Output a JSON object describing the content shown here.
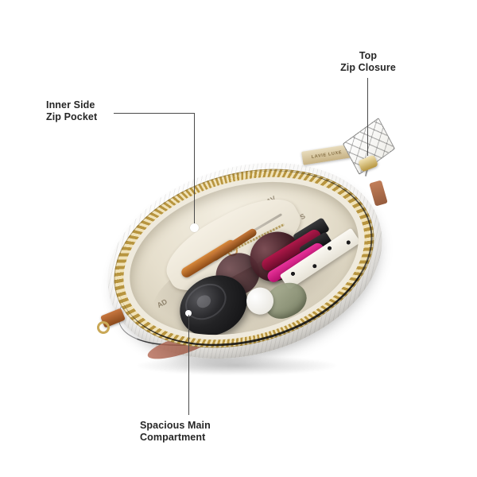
{
  "page": {
    "background_color": "#ffffff",
    "subject": "open white leather clutch bag with cosmetics inside"
  },
  "callouts": [
    {
      "id": "top-zip-closure",
      "label_line1": "Top",
      "label_line2": "Zip Closure",
      "text_color": "#262626",
      "leader_color": "#4a4a4a",
      "leader_style": "vertical"
    },
    {
      "id": "inner-side-zip-pocket",
      "label_line1": "Inner Side",
      "label_line2": "Zip Pocket",
      "text_color": "#262626",
      "leader_color": "#4a4a4a",
      "leader_style": "elbow-horizontal-then-vertical"
    },
    {
      "id": "spacious-main-compartment",
      "label_line1": "Spacious Main",
      "label_line2": "Compartment",
      "text_color": "#262626",
      "leader_color": "#4a4a4a",
      "leader_style": "vertical"
    }
  ],
  "product": {
    "brand_tag_text": "LAVIE LUXE",
    "lining_marks": [
      "LAV",
      "S",
      "AD",
      "LAV"
    ],
    "colors": {
      "exterior": "#f4f3f1",
      "lining": "#e6dfcd",
      "zipper_gold": "#b8953f",
      "zip_tape_black": "#131313",
      "leather_tab_tan": "#8a4a1c",
      "gloss_dark": "#6d0c2c",
      "gloss_pink": "#b4106c",
      "jar_black": "#0d0d0f"
    },
    "contents": [
      "black cosmetic jar",
      "dark berry lip gloss",
      "magenta lip gloss",
      "sunglasses",
      "star print strap",
      "amber handled tool",
      "white round pot",
      "glass perfume bottle"
    ]
  }
}
